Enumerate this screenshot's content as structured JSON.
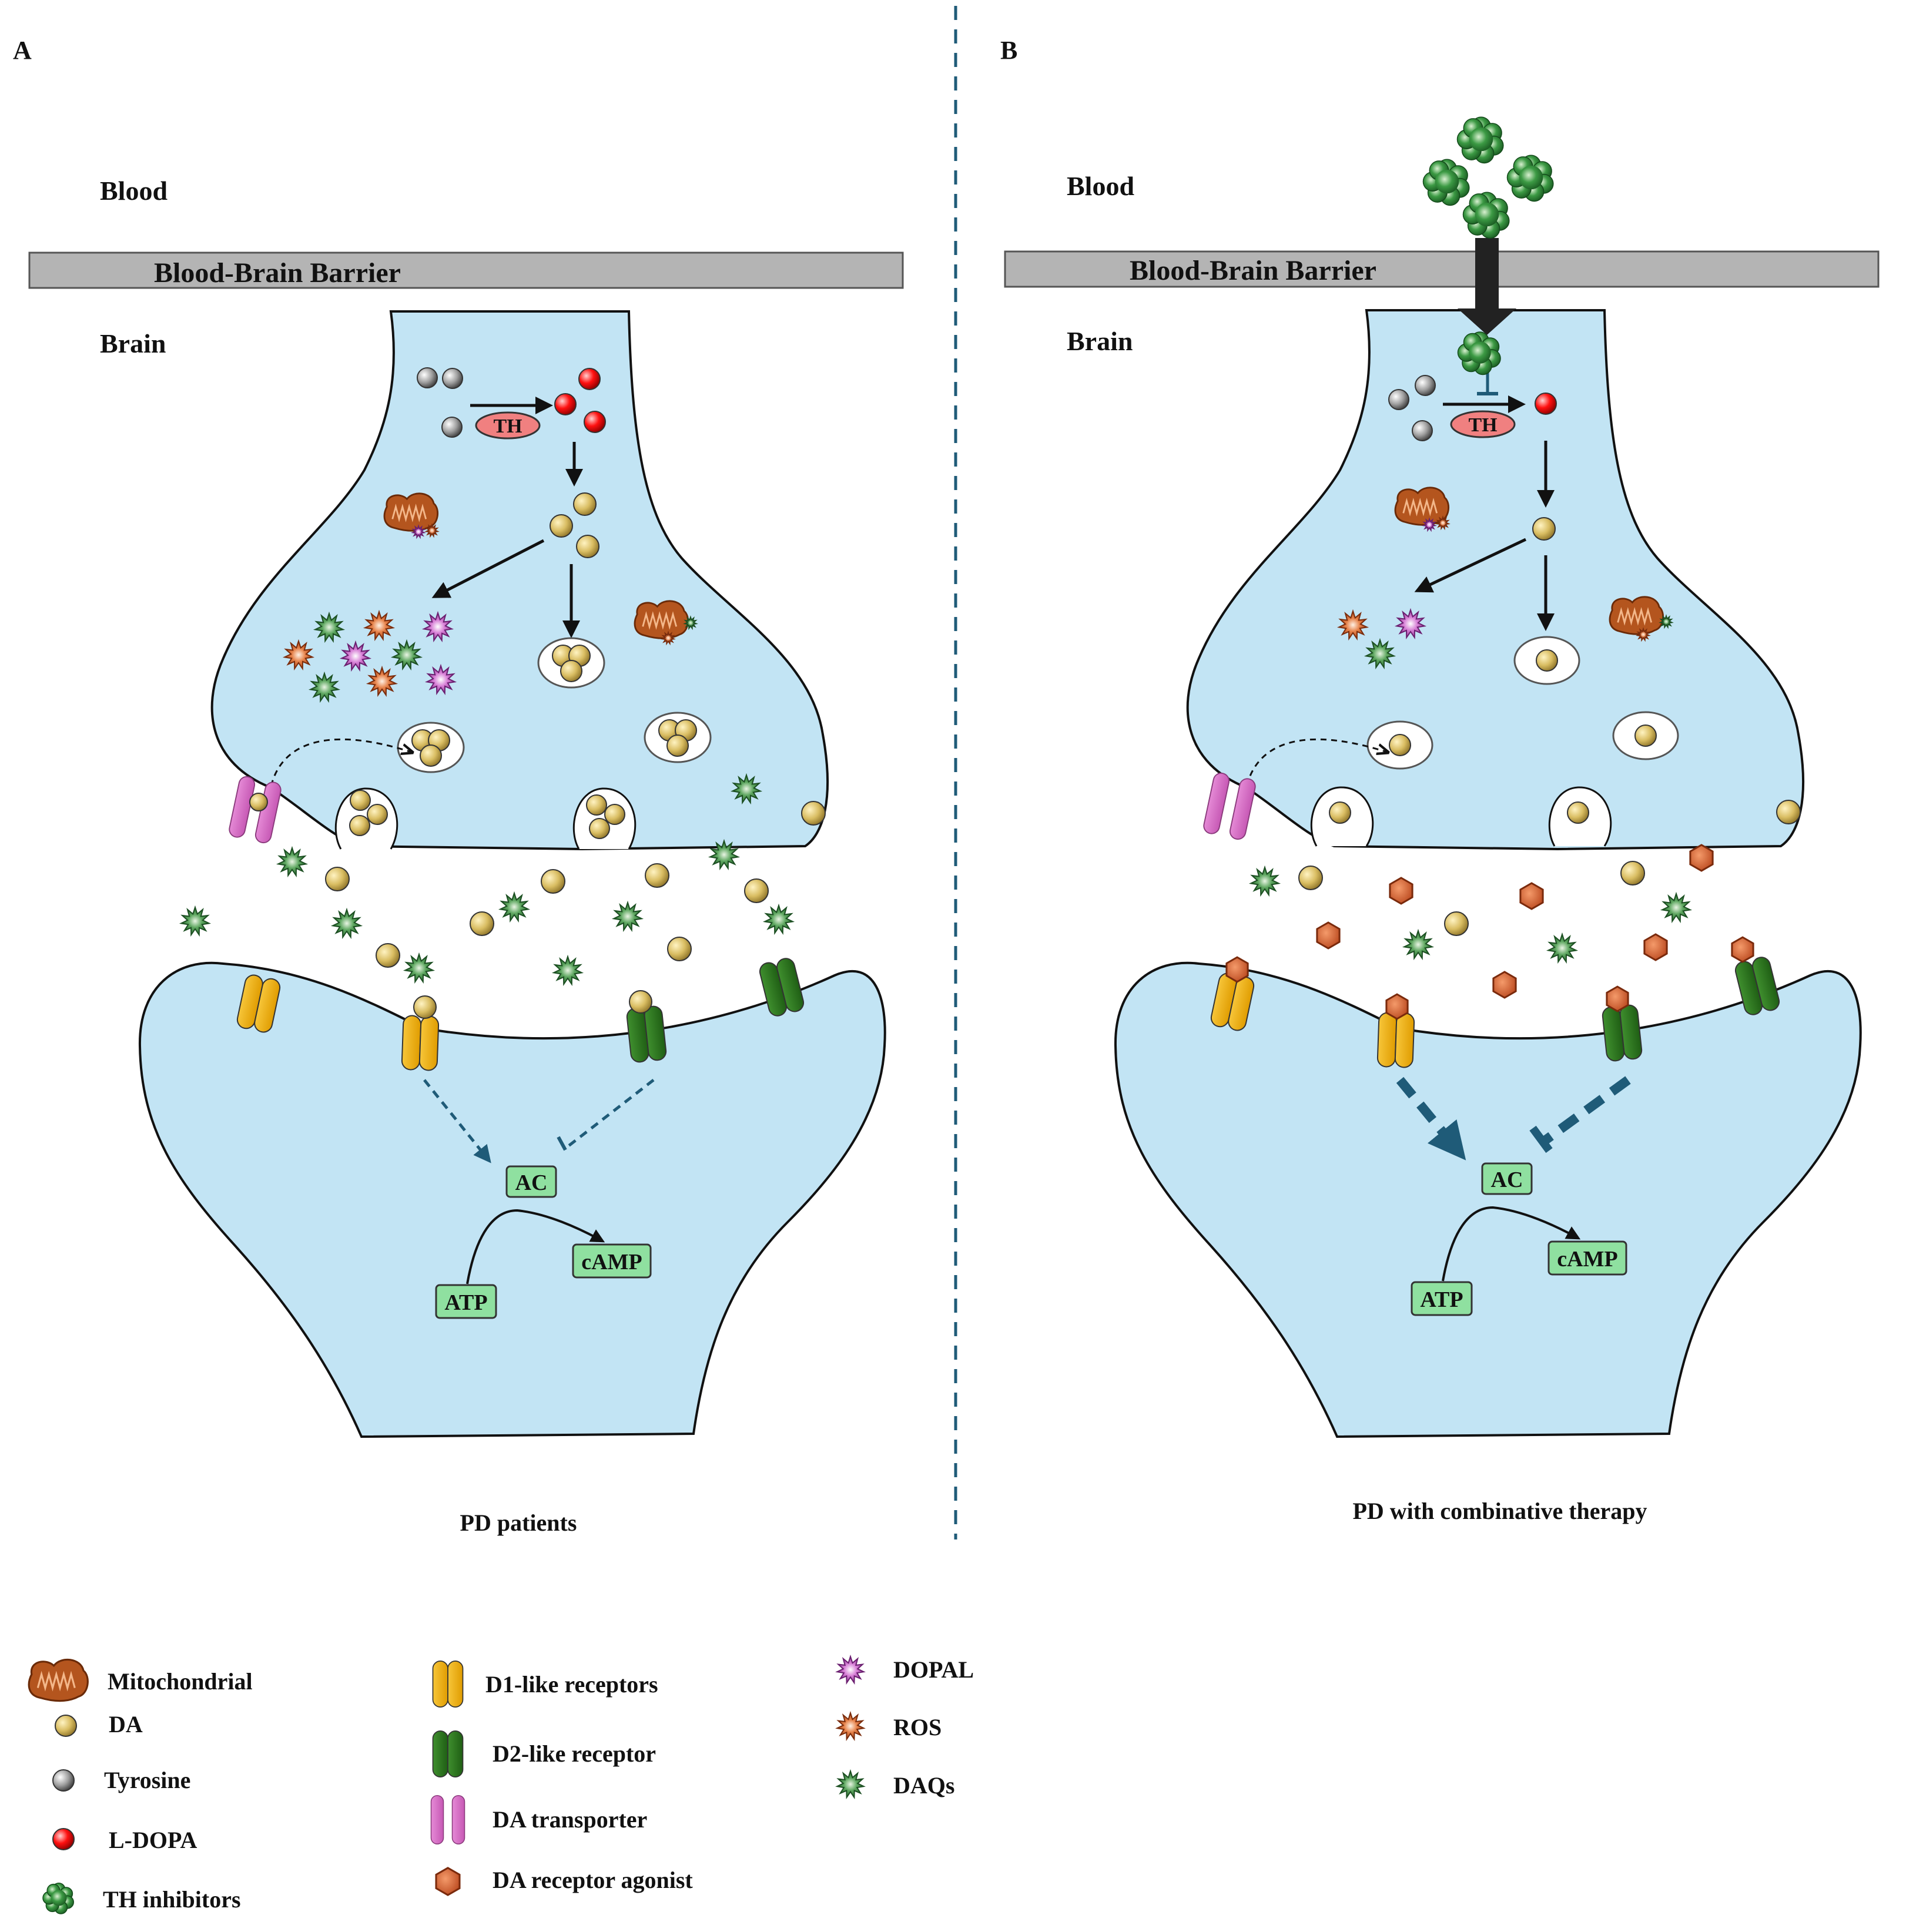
{
  "panel_a": {
    "letter": "A",
    "blood": "Blood",
    "bbb": "Blood-Brain Barrier",
    "brain": "Brain",
    "th": "TH",
    "ac": "AC",
    "camp": "cAMP",
    "atp": "ATP",
    "caption": "PD patients"
  },
  "panel_b": {
    "letter": "B",
    "blood": "Blood",
    "bbb": "Blood-Brain Barrier",
    "brain": "Brain",
    "th": "TH",
    "ac": "AC",
    "camp": "cAMP",
    "atp": "ATP",
    "caption": "PD with combinative therapy"
  },
  "legend": [
    {
      "icon": "mitochondria-icon",
      "label": "Mitochondrial"
    },
    {
      "icon": "dopamine-icon",
      "label": "DA"
    },
    {
      "icon": "tyrosine-icon",
      "label": "Tyrosine"
    },
    {
      "icon": "l-dopa-icon",
      "label": "L-DOPA"
    },
    {
      "icon": "th-inhibitor-icon",
      "label": "TH inhibitors"
    },
    {
      "icon": "d1-receptor-icon",
      "label": "D1-like receptors"
    },
    {
      "icon": "d2-receptor-icon",
      "label": "D2-like receptor"
    },
    {
      "icon": "da-transporter-icon",
      "label": "DA transporter"
    },
    {
      "icon": "da-agonist-icon",
      "label": "DA receptor agonist"
    },
    {
      "icon": "dopal-icon",
      "label": "DOPAL"
    },
    {
      "icon": "ros-icon",
      "label": "ROS"
    },
    {
      "icon": "daqs-icon",
      "label": "DAQs"
    }
  ],
  "colors": {
    "cytoplasm": "#c2e4f4",
    "barrier": "#b4b4b4",
    "dopamine": "#d9bd62",
    "tyrosine": "#9a9a9a",
    "l_dopa": "#ff1010",
    "th_inhibitor": "#2f8a3a",
    "d1_receptor": "#f5b800",
    "d2_receptor": "#2f7d22",
    "transporter": "#de6ecb",
    "agonist": "#d0582a",
    "dopal": "#c65fc4",
    "ros": "#d8632e",
    "daqs": "#2f7a3a",
    "signal_box": "#8fe0a0",
    "signal_arrow": "#1f5b78",
    "th_enzyme": "#f08080"
  }
}
